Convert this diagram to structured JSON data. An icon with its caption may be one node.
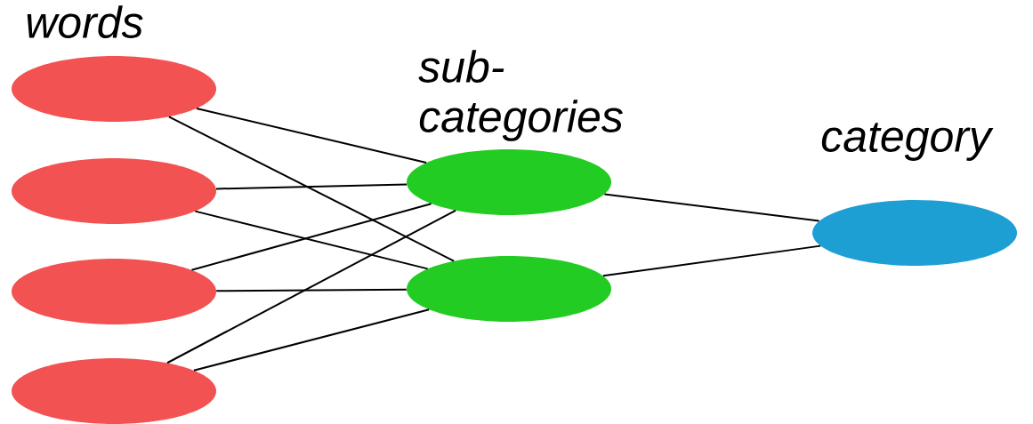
{
  "diagram": {
    "nodes": [
      {
        "text": [],
        "shape": "circle"
      },
      {
        "text": [],
        "shape": "circle"
      },
      {
        "text": [],
        "shape": "circle"
      },
      {
        "text": [],
        "shape": "circle"
      },
      {
        "text": [],
        "shape": "circle"
      },
      {
        "text": [],
        "shape": "circle"
      },
      {
        "text": [],
        "shape": "circle"
      }
    ],
    "edges": [
      {
        "from": 0,
        "to": 4,
        "arrow": "none"
      },
      {
        "from": 0,
        "to": 5,
        "arrow": "none"
      },
      {
        "from": 1,
        "to": 4,
        "arrow": "none"
      },
      {
        "from": 1,
        "to": 5,
        "arrow": "none"
      },
      {
        "from": 2,
        "to": 4,
        "arrow": "none"
      },
      {
        "from": 2,
        "to": 5,
        "arrow": "none"
      },
      {
        "from": 3,
        "to": 4,
        "arrow": "none"
      },
      {
        "from": 3,
        "to": 5,
        "arrow": "none"
      },
      {
        "from": 4,
        "to": 6,
        "arrow": "none"
      },
      {
        "from": 5,
        "to": 6,
        "arrow": "none"
      }
    ],
    "labels": [
      "words",
      "sub- categories",
      "category"
    ]
  }
}
